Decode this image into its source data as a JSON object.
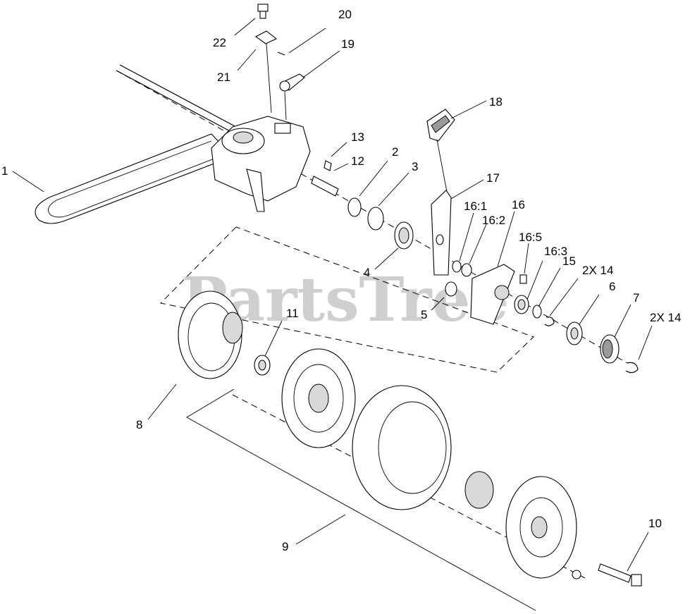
{
  "watermark": "PartsTree",
  "callouts": [
    {
      "id": "1",
      "text": "1"
    },
    {
      "id": "2",
      "text": "2"
    },
    {
      "id": "3",
      "text": "3"
    },
    {
      "id": "4",
      "text": "4"
    },
    {
      "id": "5",
      "text": "5"
    },
    {
      "id": "6",
      "text": "6"
    },
    {
      "id": "7",
      "text": "7"
    },
    {
      "id": "8",
      "text": "8"
    },
    {
      "id": "9",
      "text": "9"
    },
    {
      "id": "10",
      "text": "10"
    },
    {
      "id": "11",
      "text": "11"
    },
    {
      "id": "12",
      "text": "12"
    },
    {
      "id": "13",
      "text": "13"
    },
    {
      "id": "14a",
      "text": "2X 14"
    },
    {
      "id": "14b",
      "text": "2X 14"
    },
    {
      "id": "15",
      "text": "15"
    },
    {
      "id": "16",
      "text": "16"
    },
    {
      "id": "16-1",
      "text": "16:1"
    },
    {
      "id": "16-2",
      "text": "16:2"
    },
    {
      "id": "16-3",
      "text": "16:3"
    },
    {
      "id": "16-5",
      "text": "16:5"
    },
    {
      "id": "17",
      "text": "17"
    },
    {
      "id": "18",
      "text": "18"
    },
    {
      "id": "19",
      "text": "19"
    },
    {
      "id": "20",
      "text": "20"
    },
    {
      "id": "21",
      "text": "21"
    },
    {
      "id": "22",
      "text": "22"
    }
  ]
}
